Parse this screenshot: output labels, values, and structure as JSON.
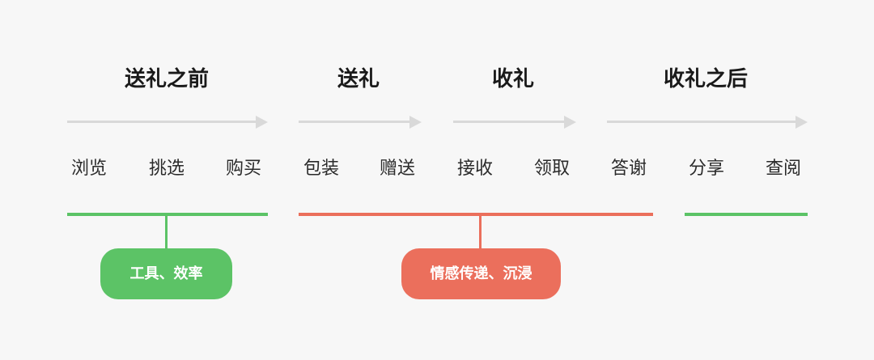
{
  "phases": [
    {
      "title": "送礼之前"
    },
    {
      "title": "送礼"
    },
    {
      "title": "收礼"
    },
    {
      "title": "收礼之后"
    }
  ],
  "steps": [
    "浏览",
    "挑选",
    "购买",
    "包装",
    "赠送",
    "接收",
    "领取",
    "答谢",
    "分享",
    "查阅"
  ],
  "groups": [
    {
      "label": "工具、效率",
      "color": "#5cc366"
    },
    {
      "label": "情感传递、沉浸",
      "color": "#eb6f5c"
    },
    {
      "label": "",
      "color": "#5cc366"
    }
  ]
}
